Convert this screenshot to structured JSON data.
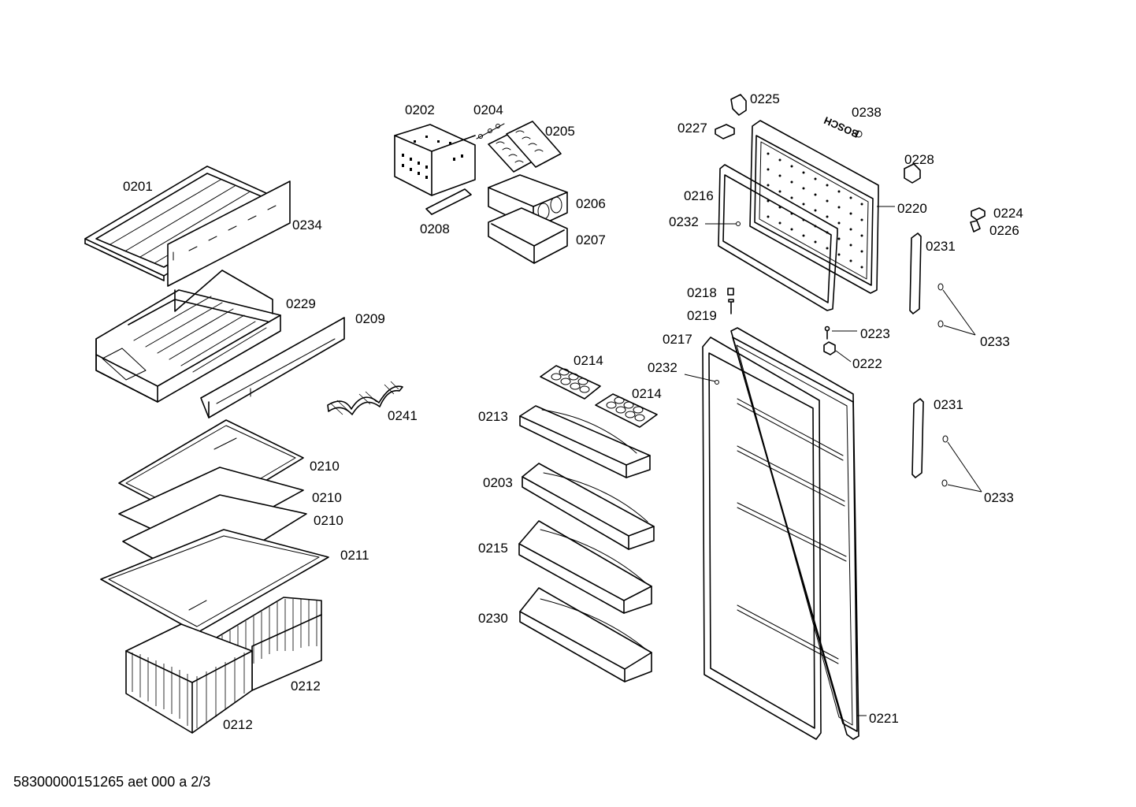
{
  "labels": {
    "p0201": "0201",
    "p0234": "0234",
    "p0229": "0229",
    "p0209": "0209",
    "p0241": "0241",
    "p0210a": "0210",
    "p0210b": "0210",
    "p0210c": "0210",
    "p0211": "0211",
    "p0212a": "0212",
    "p0212b": "0212",
    "p0202": "0202",
    "p0204": "0204",
    "p0205": "0205",
    "p0206": "0206",
    "p0207": "0207",
    "p0208": "0208",
    "p0214a": "0214",
    "p0214b": "0214",
    "p0213": "0213",
    "p0203": "0203",
    "p0215": "0215",
    "p0230": "0230",
    "p0225": "0225",
    "p0238": "0238",
    "p0227": "0227",
    "p0228": "0228",
    "p0216": "0216",
    "p0220": "0220",
    "p0232a": "0232",
    "p0224": "0224",
    "p0226": "0226",
    "p0231a": "0231",
    "p0218": "0218",
    "p0219": "0219",
    "p0217": "0217",
    "p0232b": "0232",
    "p0223": "0223",
    "p0222": "0222",
    "p0233a": "0233",
    "p0231b": "0231",
    "p0233b": "0233",
    "p0221": "0221"
  },
  "brand_logo": "BOSCH",
  "footer": "58300000151265 aet 000 a 2/3"
}
